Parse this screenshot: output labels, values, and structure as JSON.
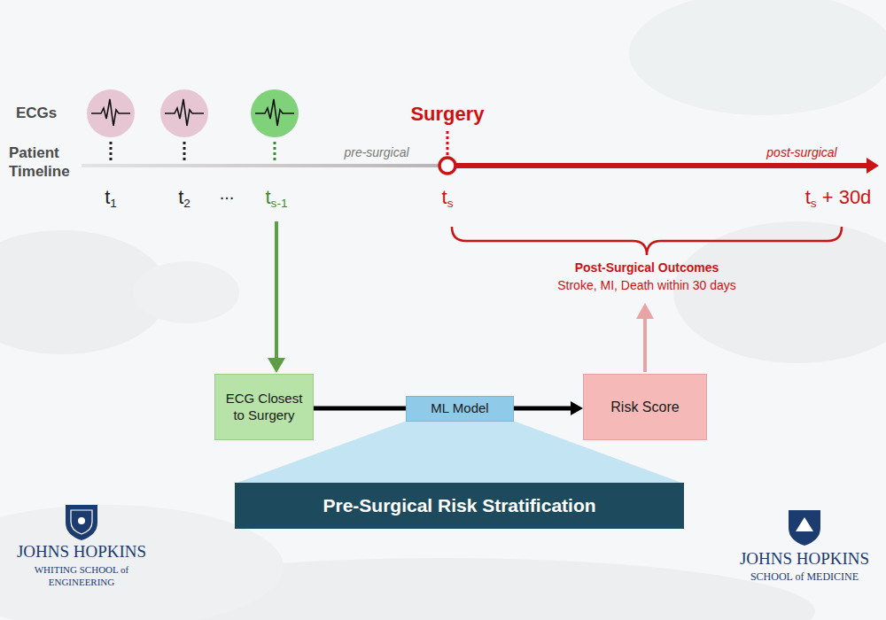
{
  "diagram": {
    "nodes": [
      {
        "text": [
          "ECG Closest to Surgery"
        ]
      },
      {
        "text": [
          "ML Model"
        ]
      },
      {
        "text": [
          "Risk Score"
        ]
      },
      {
        "text": [
          "Pre-Surgical Risk Stratification"
        ]
      }
    ],
    "edges": [
      {
        "from": 0,
        "to": 1,
        "arrow": "none"
      },
      {
        "from": 1,
        "to": 2,
        "arrow": "to"
      }
    ],
    "labels": [
      "ECGs",
      "Patient Timeline",
      "t1",
      "t2",
      "...",
      "ts-1",
      "pre-surgical",
      "Surgery",
      "ts",
      "post-surgical",
      "ts + 30d",
      "Post-Surgical Outcomes",
      "Stroke, MI, Death within 30 days",
      "JOHNS HOPKINS",
      "WHITING SCHOOL of ENGINEERING",
      "JOHNS HOPKINS",
      "SCHOOL of MEDICINE"
    ]
  }
}
